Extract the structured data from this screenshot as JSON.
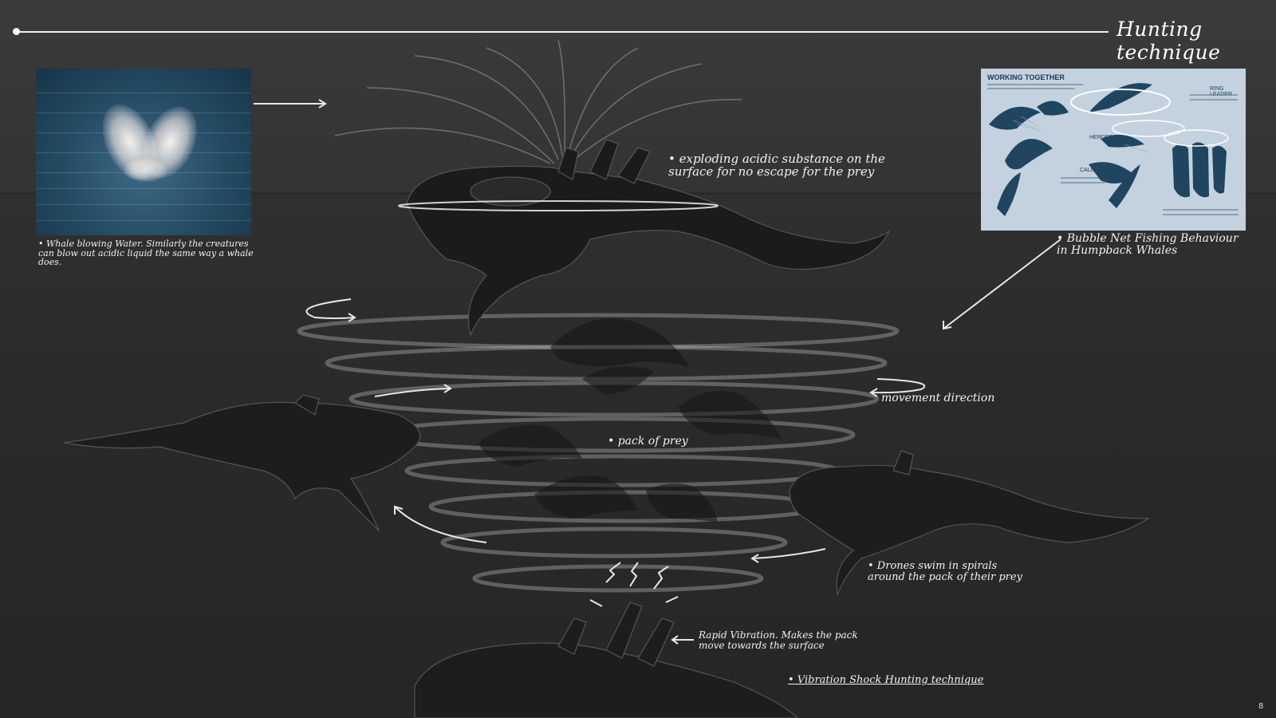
{
  "slide": {
    "title": "Hunting technique",
    "page_number": "8"
  },
  "photo": {
    "caption": "• Whale blowing Water. Similarly the creatures can blow out acidic liquid the same way a whale does."
  },
  "infographic": {
    "heading": "WORKING TOGETHER",
    "labels": {
      "ring_leader": "RING LEADER",
      "herders": "HERDERS",
      "caller": "CALLER"
    },
    "caption": "• Bubble Net Fishing Behaviour in Humpback Whales"
  },
  "annotations": {
    "exploding": "• exploding acidic substance on the surface for no escape for the prey",
    "movement": "movement direction",
    "pack": "• pack of prey",
    "drones": "• Drones swim in spirals around the pack of their prey",
    "rapid": "Rapid Vibration. Makes the pack move towards the surface",
    "vibration_title": "• Vibration Shock Hunting technique"
  }
}
